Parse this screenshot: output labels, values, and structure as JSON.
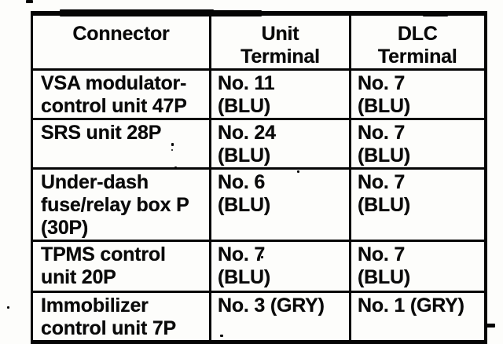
{
  "colors": {
    "paper": "#fdfdfb",
    "ink": "#050505"
  },
  "table": {
    "header": {
      "connector": [
        "Connector"
      ],
      "unit": [
        "Unit",
        "Terminal"
      ],
      "dlc": [
        "DLC",
        "Terminal"
      ]
    },
    "rows": [
      {
        "connector": [
          "VSA modulator-",
          "control unit 47P"
        ],
        "unit": [
          "No. 11",
          "(BLU)"
        ],
        "dlc": [
          "No. 7",
          "(BLU)"
        ]
      },
      {
        "connector": [
          "SRS unit 28P"
        ],
        "unit": [
          "No. 24",
          "(BLU)"
        ],
        "dlc": [
          "No. 7",
          "(BLU)"
        ]
      },
      {
        "connector": [
          "Under-dash",
          "fuse/relay box P",
          "(30P)"
        ],
        "unit": [
          "No. 6",
          "(BLU)"
        ],
        "dlc": [
          "No. 7",
          "(BLU)"
        ]
      },
      {
        "connector": [
          "TPMS control",
          "unit 20P"
        ],
        "unit": [
          "No. 7",
          "(BLU)"
        ],
        "dlc": [
          "No. 7",
          "(BLU)"
        ]
      },
      {
        "connector": [
          "Immobilizer",
          "control unit 7P"
        ],
        "unit": [
          "No. 3 (GRY)"
        ],
        "dlc": [
          "No. 1 (GRY)"
        ]
      }
    ]
  }
}
